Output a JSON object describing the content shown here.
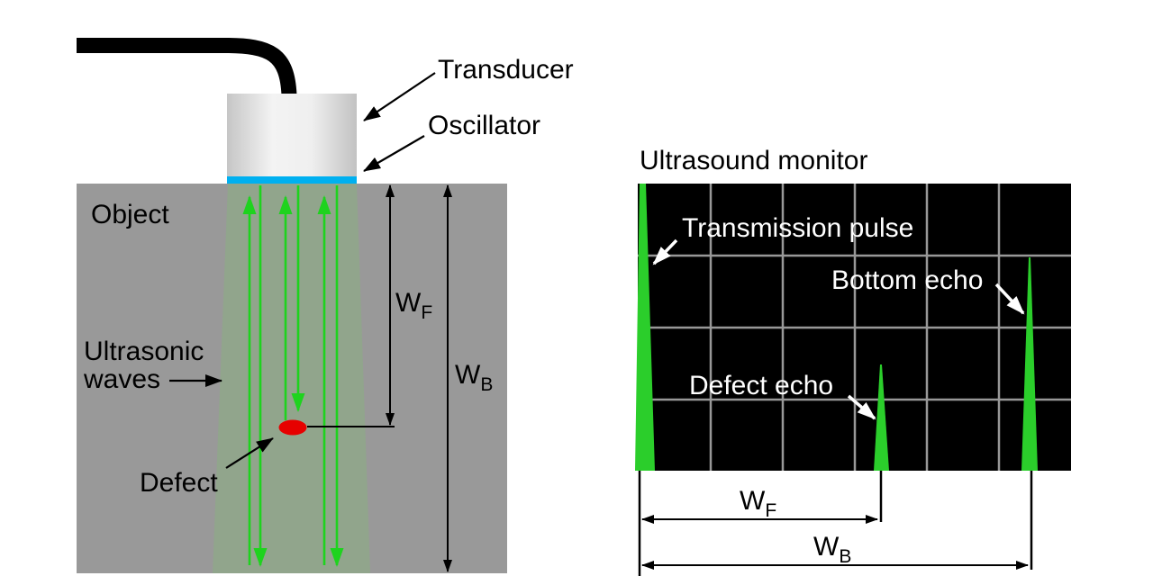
{
  "left_diagram": {
    "object_label": "Object",
    "transducer_label": "Transducer",
    "oscillator_label": "Oscillator",
    "ultrasonic_label_line1": "Ultrasonic",
    "ultrasonic_label_line2": "waves",
    "defect_label": "Defect",
    "wf_label_main": "W",
    "wf_label_sub": "F",
    "wb_label_main": "W",
    "wb_label_sub": "B"
  },
  "monitor": {
    "title": "Ultrasound monitor",
    "transmission_pulse_label": "Transmission pulse",
    "bottom_echo_label": "Bottom echo",
    "defect_echo_label": "Defect echo",
    "wf_label_main": "W",
    "wf_label_sub": "F",
    "wb_label_main": "W",
    "wb_label_sub": "B",
    "grid": {
      "columns": 6,
      "rows": 4
    }
  },
  "colors": {
    "object_gray": "#999999",
    "beam_green_tint": "#91a58c",
    "wave_green": "#1ed31e",
    "monitor_spike_green": "#2bce2b",
    "oscillator_cyan": "#00b0f0",
    "defect_red": "#e60000",
    "monitor_bg": "#000000",
    "grid_gray": "#989898",
    "label_black": "#000000",
    "label_white": "#ffffff"
  }
}
